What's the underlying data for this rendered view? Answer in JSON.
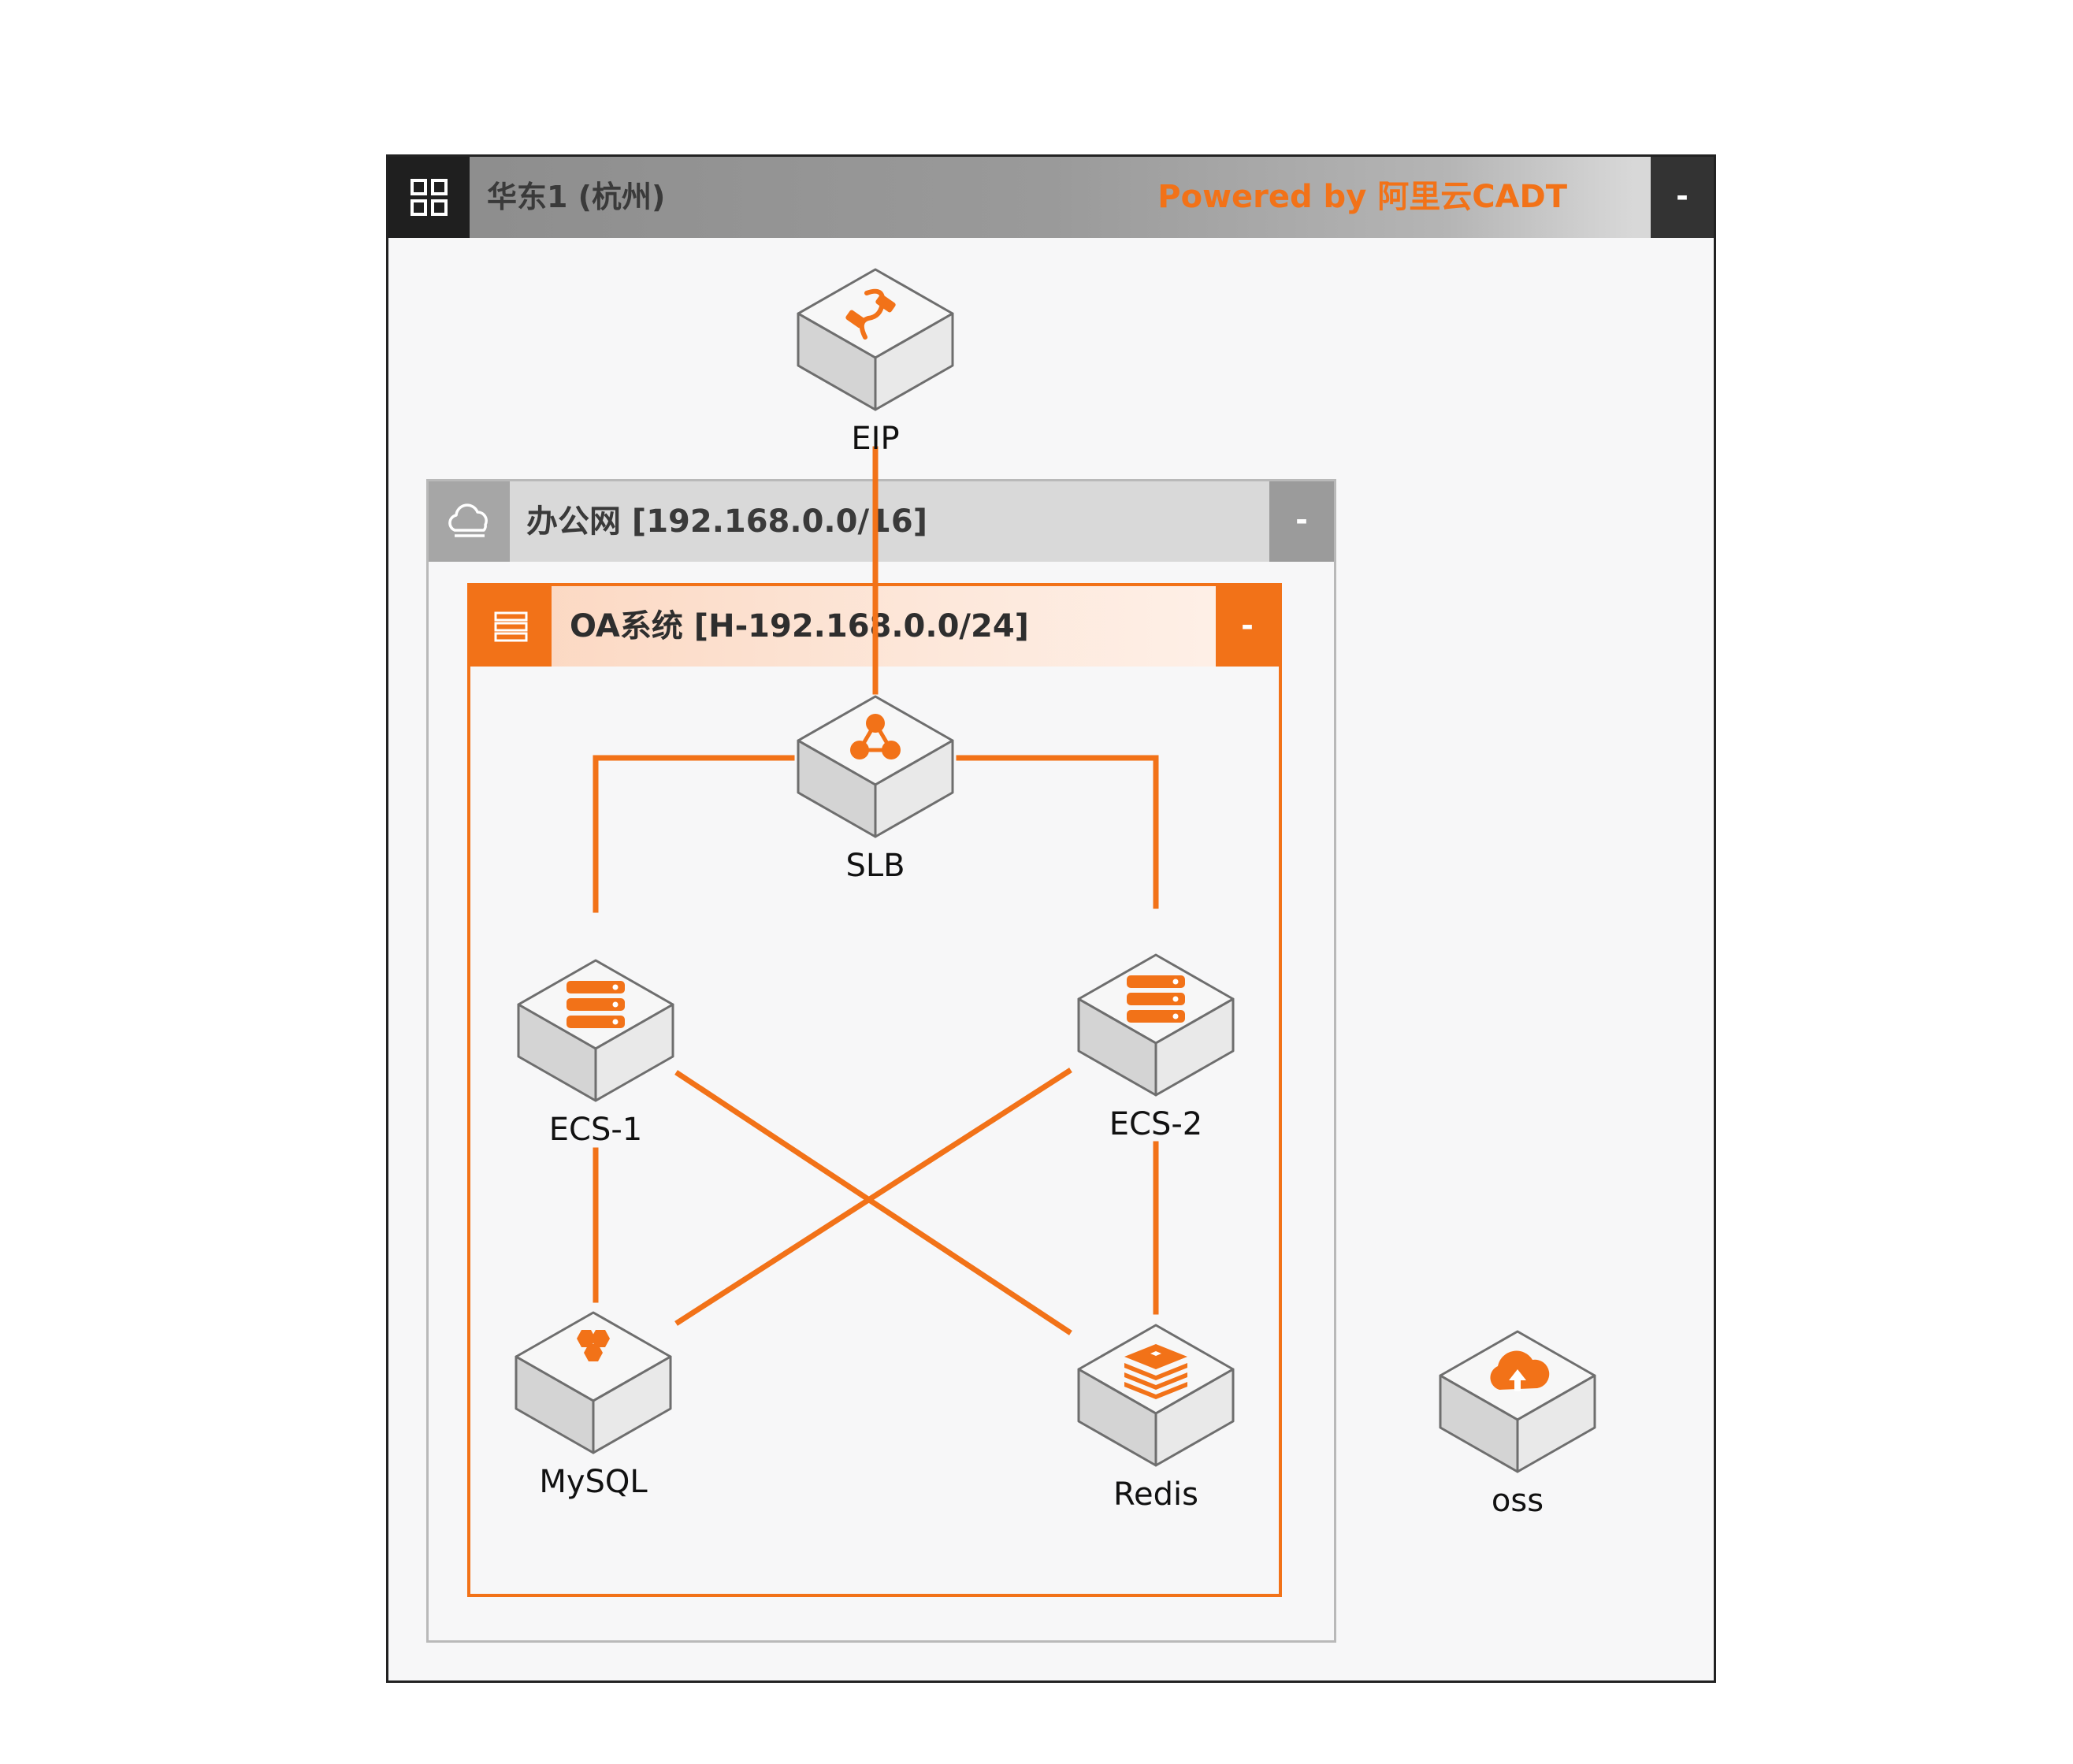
{
  "region": {
    "title": "华东1 (杭州)",
    "powered_by": "Powered by 阿里云CADT",
    "collapse": "-",
    "icon": "grid-icon"
  },
  "vpc": {
    "title": "办公网 [192.168.0.0/16]",
    "collapse": "-",
    "icon": "cloud-icon"
  },
  "vswitch": {
    "title": "OA系统 [H-192.168.0.0/24]",
    "collapse": "-",
    "icon": "server-rack-icon"
  },
  "nodes": {
    "eip": {
      "label": "EIP",
      "icon": "eip-plug-icon"
    },
    "slb": {
      "label": "SLB",
      "icon": "slb-network-icon"
    },
    "ecs1": {
      "label": "ECS-1",
      "icon": "ecs-server-icon"
    },
    "ecs2": {
      "label": "ECS-2",
      "icon": "ecs-server-icon"
    },
    "mysql": {
      "label": "MySQL",
      "icon": "mysql-hexagon-icon"
    },
    "redis": {
      "label": "Redis",
      "icon": "redis-stack-icon"
    },
    "oss": {
      "label": "oss",
      "icon": "oss-cloud-upload-icon"
    }
  },
  "connections": [
    [
      "eip",
      "slb"
    ],
    [
      "slb",
      "ecs1"
    ],
    [
      "slb",
      "ecs2"
    ],
    [
      "ecs1",
      "mysql"
    ],
    [
      "ecs2",
      "redis"
    ],
    [
      "ecs1",
      "redis"
    ],
    [
      "ecs2",
      "mysql"
    ]
  ],
  "colors": {
    "accent": "#f27218",
    "region_header_dark": "#1f1f1f",
    "vpc_border": "#b9b9b9",
    "cube_face": "#f2f2f2"
  }
}
